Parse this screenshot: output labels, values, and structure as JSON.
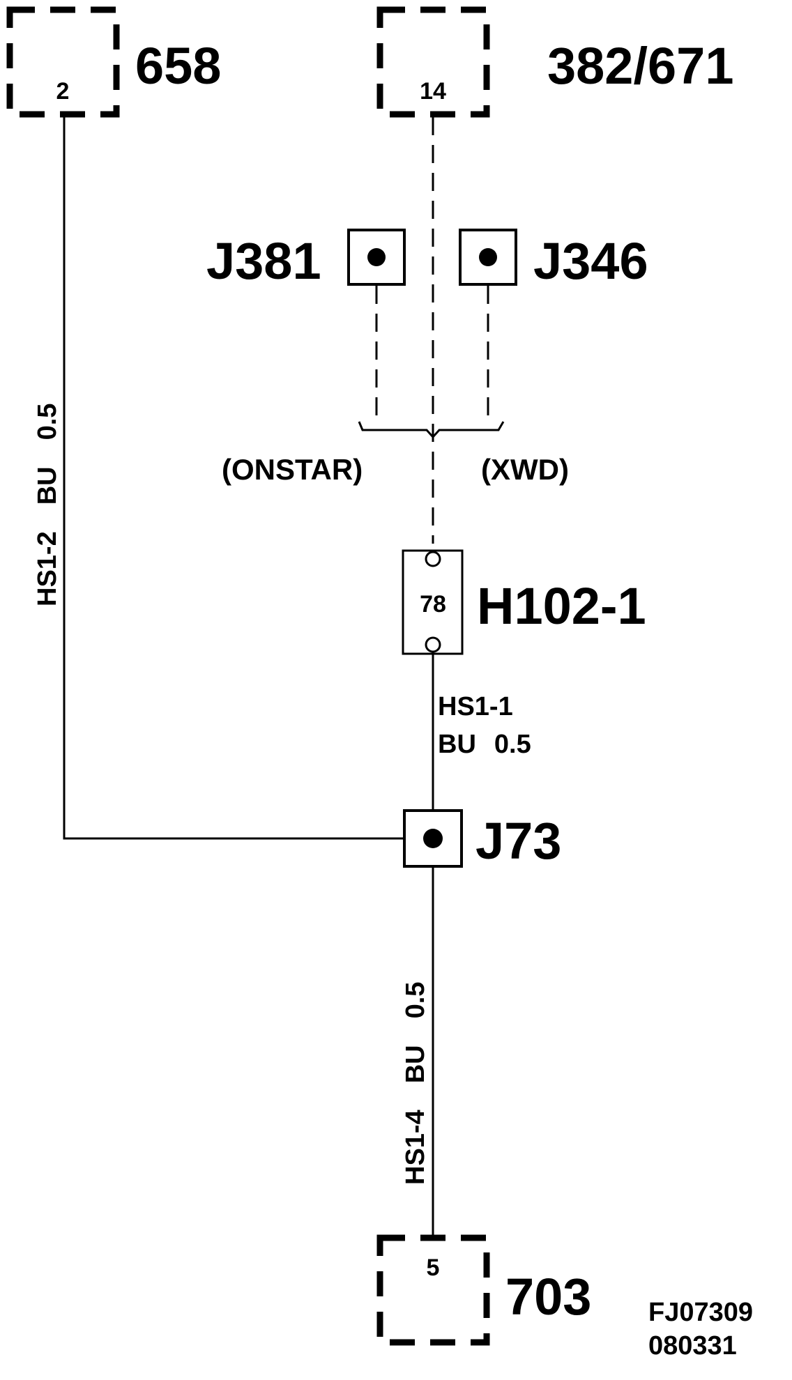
{
  "connectors": {
    "c658": {
      "id": "658",
      "pin": "2"
    },
    "c382": {
      "id": "382/671",
      "pin": "14"
    },
    "c703": {
      "id": "703",
      "pin": "5"
    }
  },
  "splices": {
    "j381": "J381",
    "j346": "J346",
    "j73": "J73"
  },
  "options": {
    "onstar": "(ONSTAR)",
    "xwd": "(XWD)"
  },
  "inline_connector": {
    "id": "H102-1",
    "pin": "78"
  },
  "wires": {
    "hs1_2": {
      "id": "HS1-2",
      "color": "BU",
      "size": "0.5"
    },
    "hs1_1": {
      "id": "HS1-1",
      "color": "BU",
      "size": "0.5"
    },
    "hs1_4": {
      "id": "HS1-4",
      "color": "BU",
      "size": "0.5"
    }
  },
  "figure_ref": {
    "code": "FJ07309",
    "date": "080331"
  }
}
